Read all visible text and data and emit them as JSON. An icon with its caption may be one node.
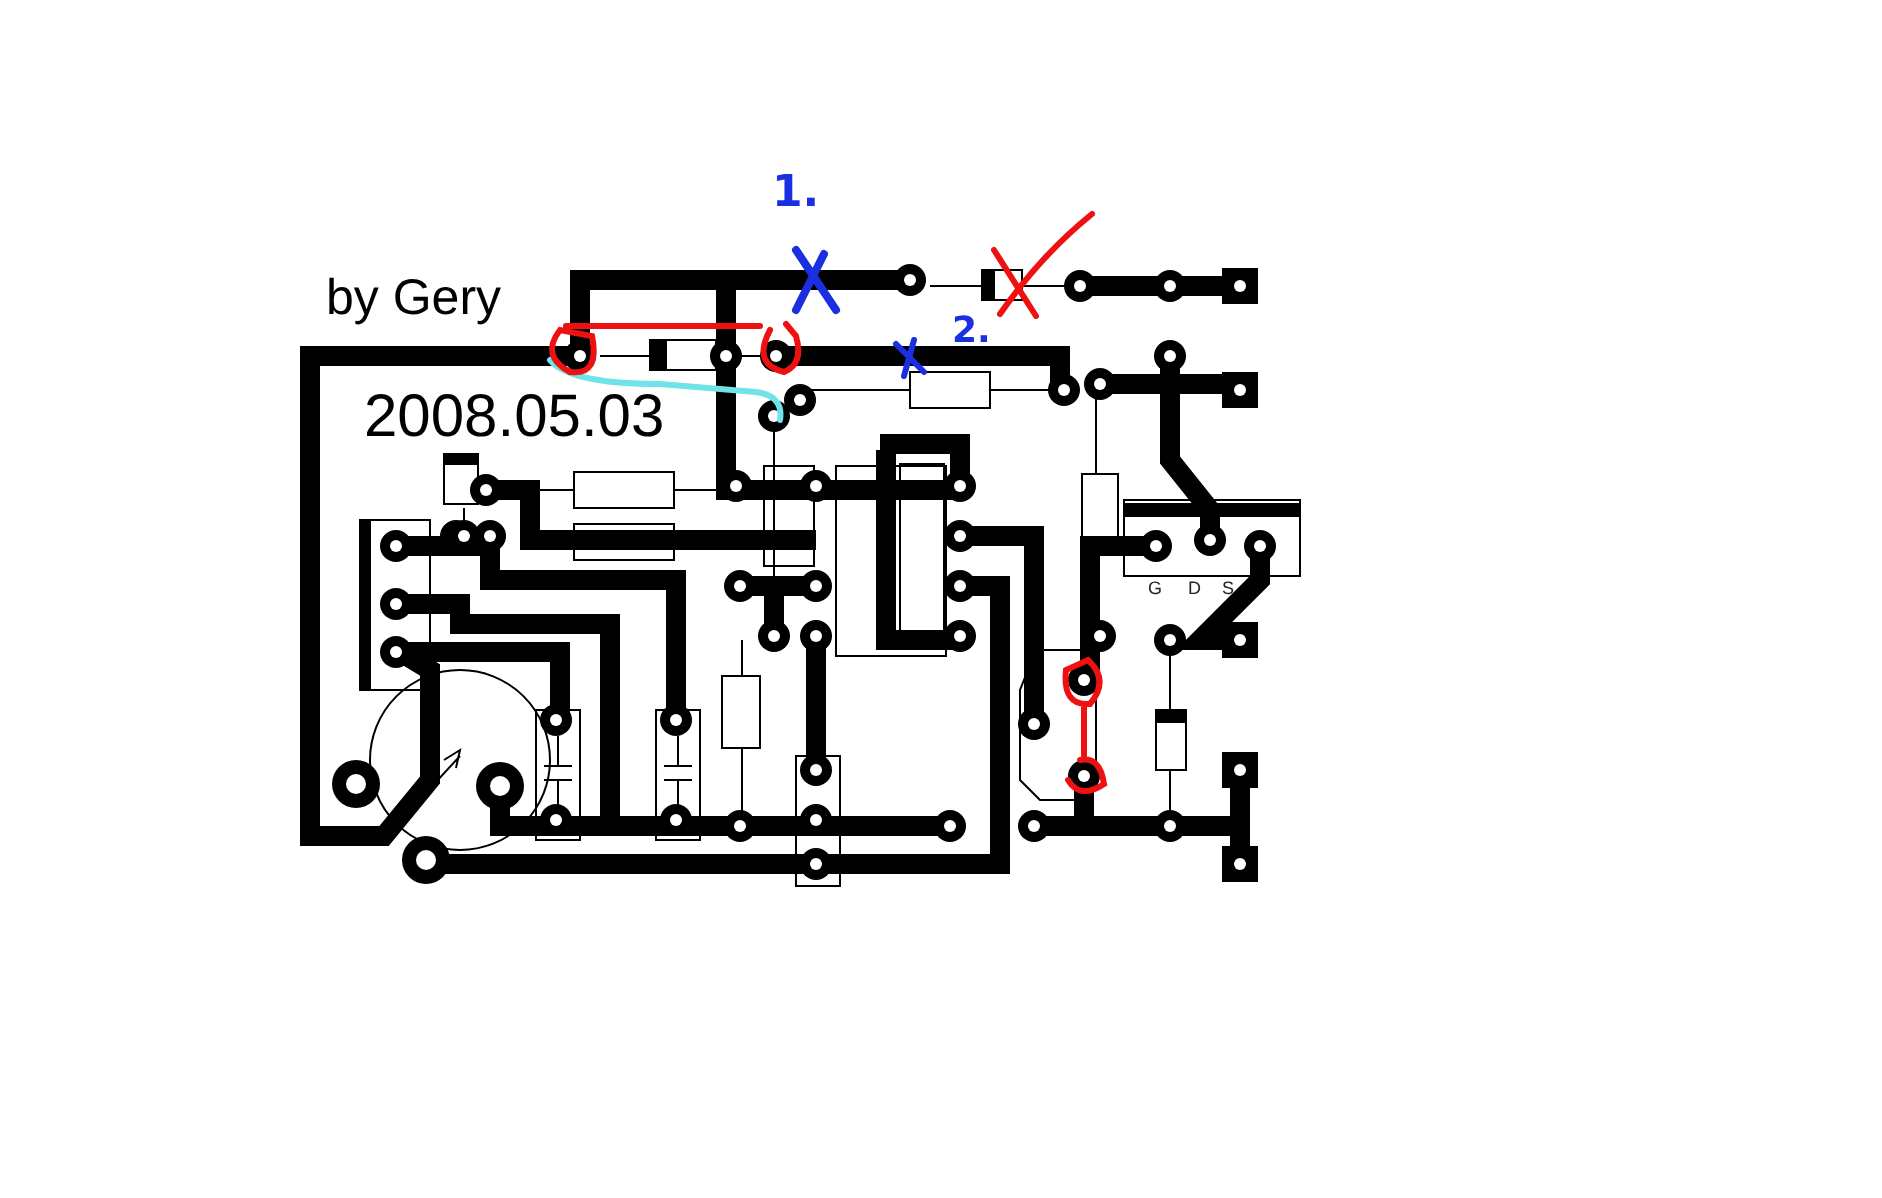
{
  "diagram": {
    "labels": [
      "1.",
      "by Gery",
      "2.",
      "2008.05.03",
      "G",
      "D",
      "S"
    ]
  }
}
